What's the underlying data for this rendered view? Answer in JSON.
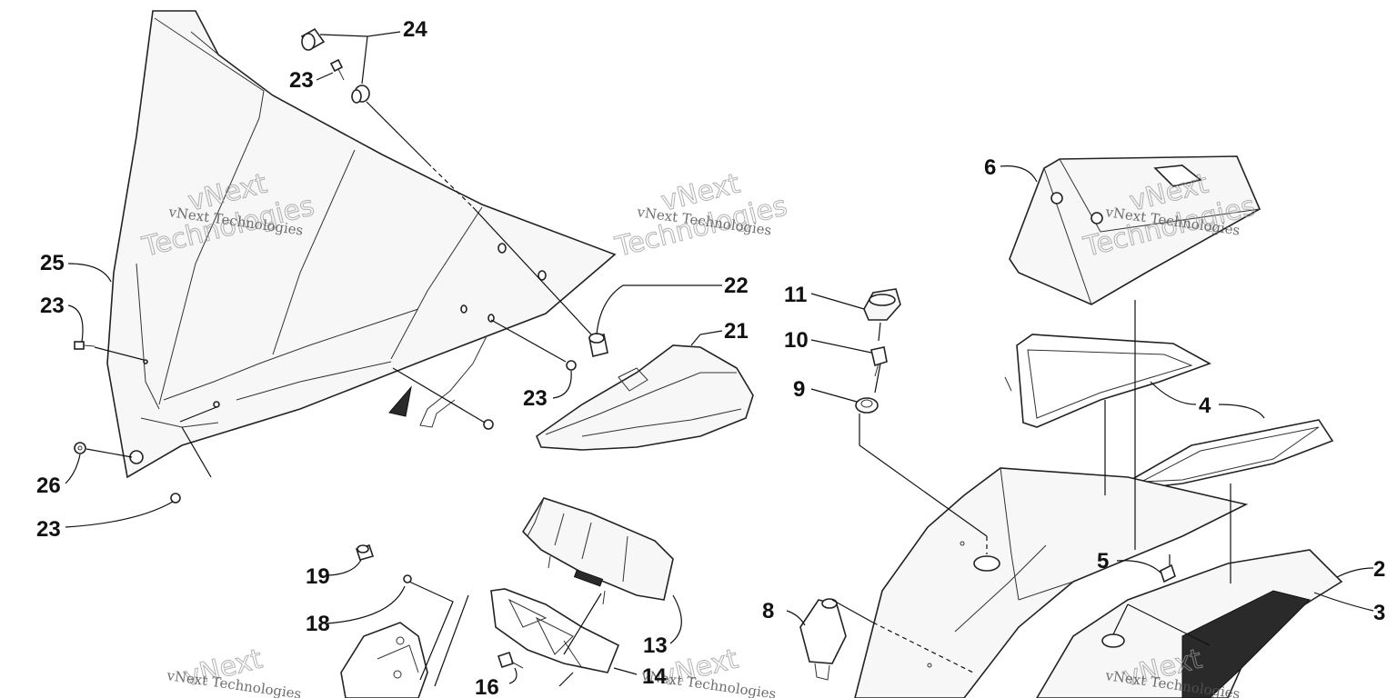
{
  "callouts": {
    "c2": "2",
    "c3": "3",
    "c4": "4",
    "c5": "5",
    "c6": "6",
    "c8": "8",
    "c9": "9",
    "c10": "10",
    "c11": "11",
    "c13": "13",
    "c14": "14",
    "c16": "16",
    "c18": "18",
    "c19": "19",
    "c21": "21",
    "c22": "22",
    "c23a": "23",
    "c23b": "23",
    "c23c": "23",
    "c23d": "23",
    "c24": "24",
    "c25": "25",
    "c26": "26"
  },
  "watermark": {
    "small": "vNext Technologies",
    "big_top": "vNext",
    "big_bottom": "Technologies"
  }
}
